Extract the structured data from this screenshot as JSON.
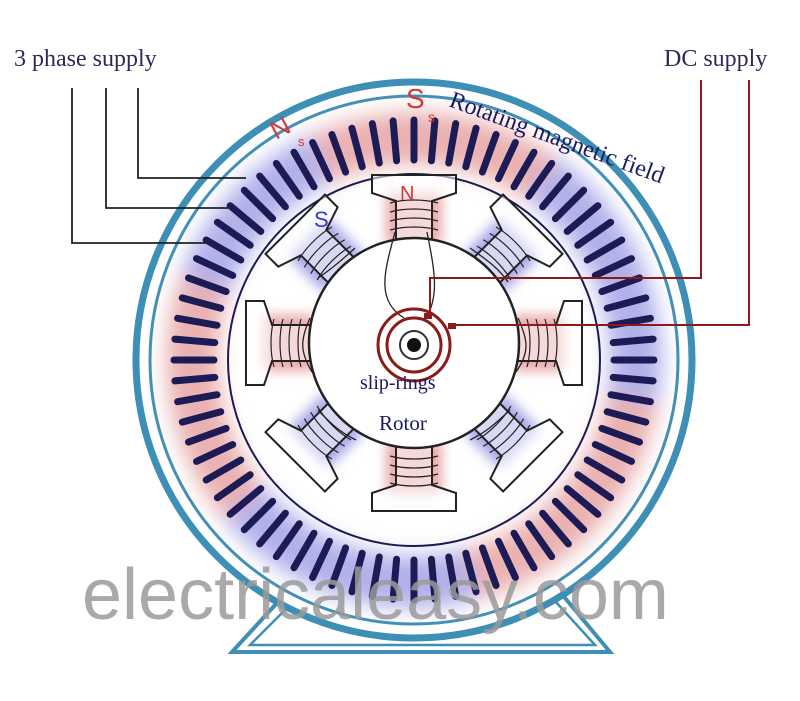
{
  "labels": {
    "three_phase_supply": "3 phase supply",
    "dc_supply": "DC supply",
    "rotating_field": "Rotating magnetic field",
    "stator_pole_n": "N",
    "stator_pole_s": "S",
    "stator_pole_subscript": "s",
    "rotor_pole_n": "N",
    "rotor_pole_s": "S",
    "slip_rings": "slip-rings",
    "rotor": "Rotor",
    "watermark": "electricaleasy.com"
  },
  "colors": {
    "frame": "#3d8fb5",
    "slots": "#1d1b55",
    "wire": "#222222",
    "north": "#d03a3a",
    "south": "#3838c8",
    "north_glow": "#e8a8a8",
    "south_glow": "#a8a8e8",
    "text_dark": "#2b2b5a",
    "watermark": "#9a9a9a",
    "slip_ring": "#8b1a1a"
  },
  "stator": {
    "slot_count": 72
  },
  "rotor": {
    "pole_count": 8,
    "pole_polarity": [
      "N",
      "S",
      "N",
      "S",
      "N",
      "S",
      "N",
      "S"
    ]
  }
}
